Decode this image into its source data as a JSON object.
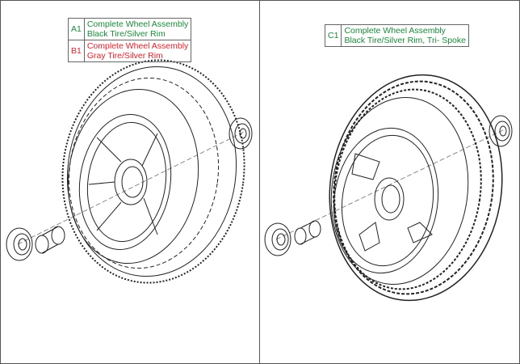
{
  "left_panel": {
    "legend": [
      {
        "code": "A1",
        "line1": "Complete Wheel Assembly",
        "line2": "Black Tire/Silver Rim",
        "color": "#1a8a3a"
      },
      {
        "code": "B1",
        "line1": "Complete Wheel Assembly",
        "line2": "Gray Tire/Silver Rim",
        "color": "#e8202a"
      }
    ]
  },
  "right_panel": {
    "legend": [
      {
        "code": "C1",
        "line1": "Complete Wheel Assembly",
        "line2": "Black Tire/Silver Rim, Tri- Spoke",
        "color": "#1a8a3a"
      }
    ]
  }
}
